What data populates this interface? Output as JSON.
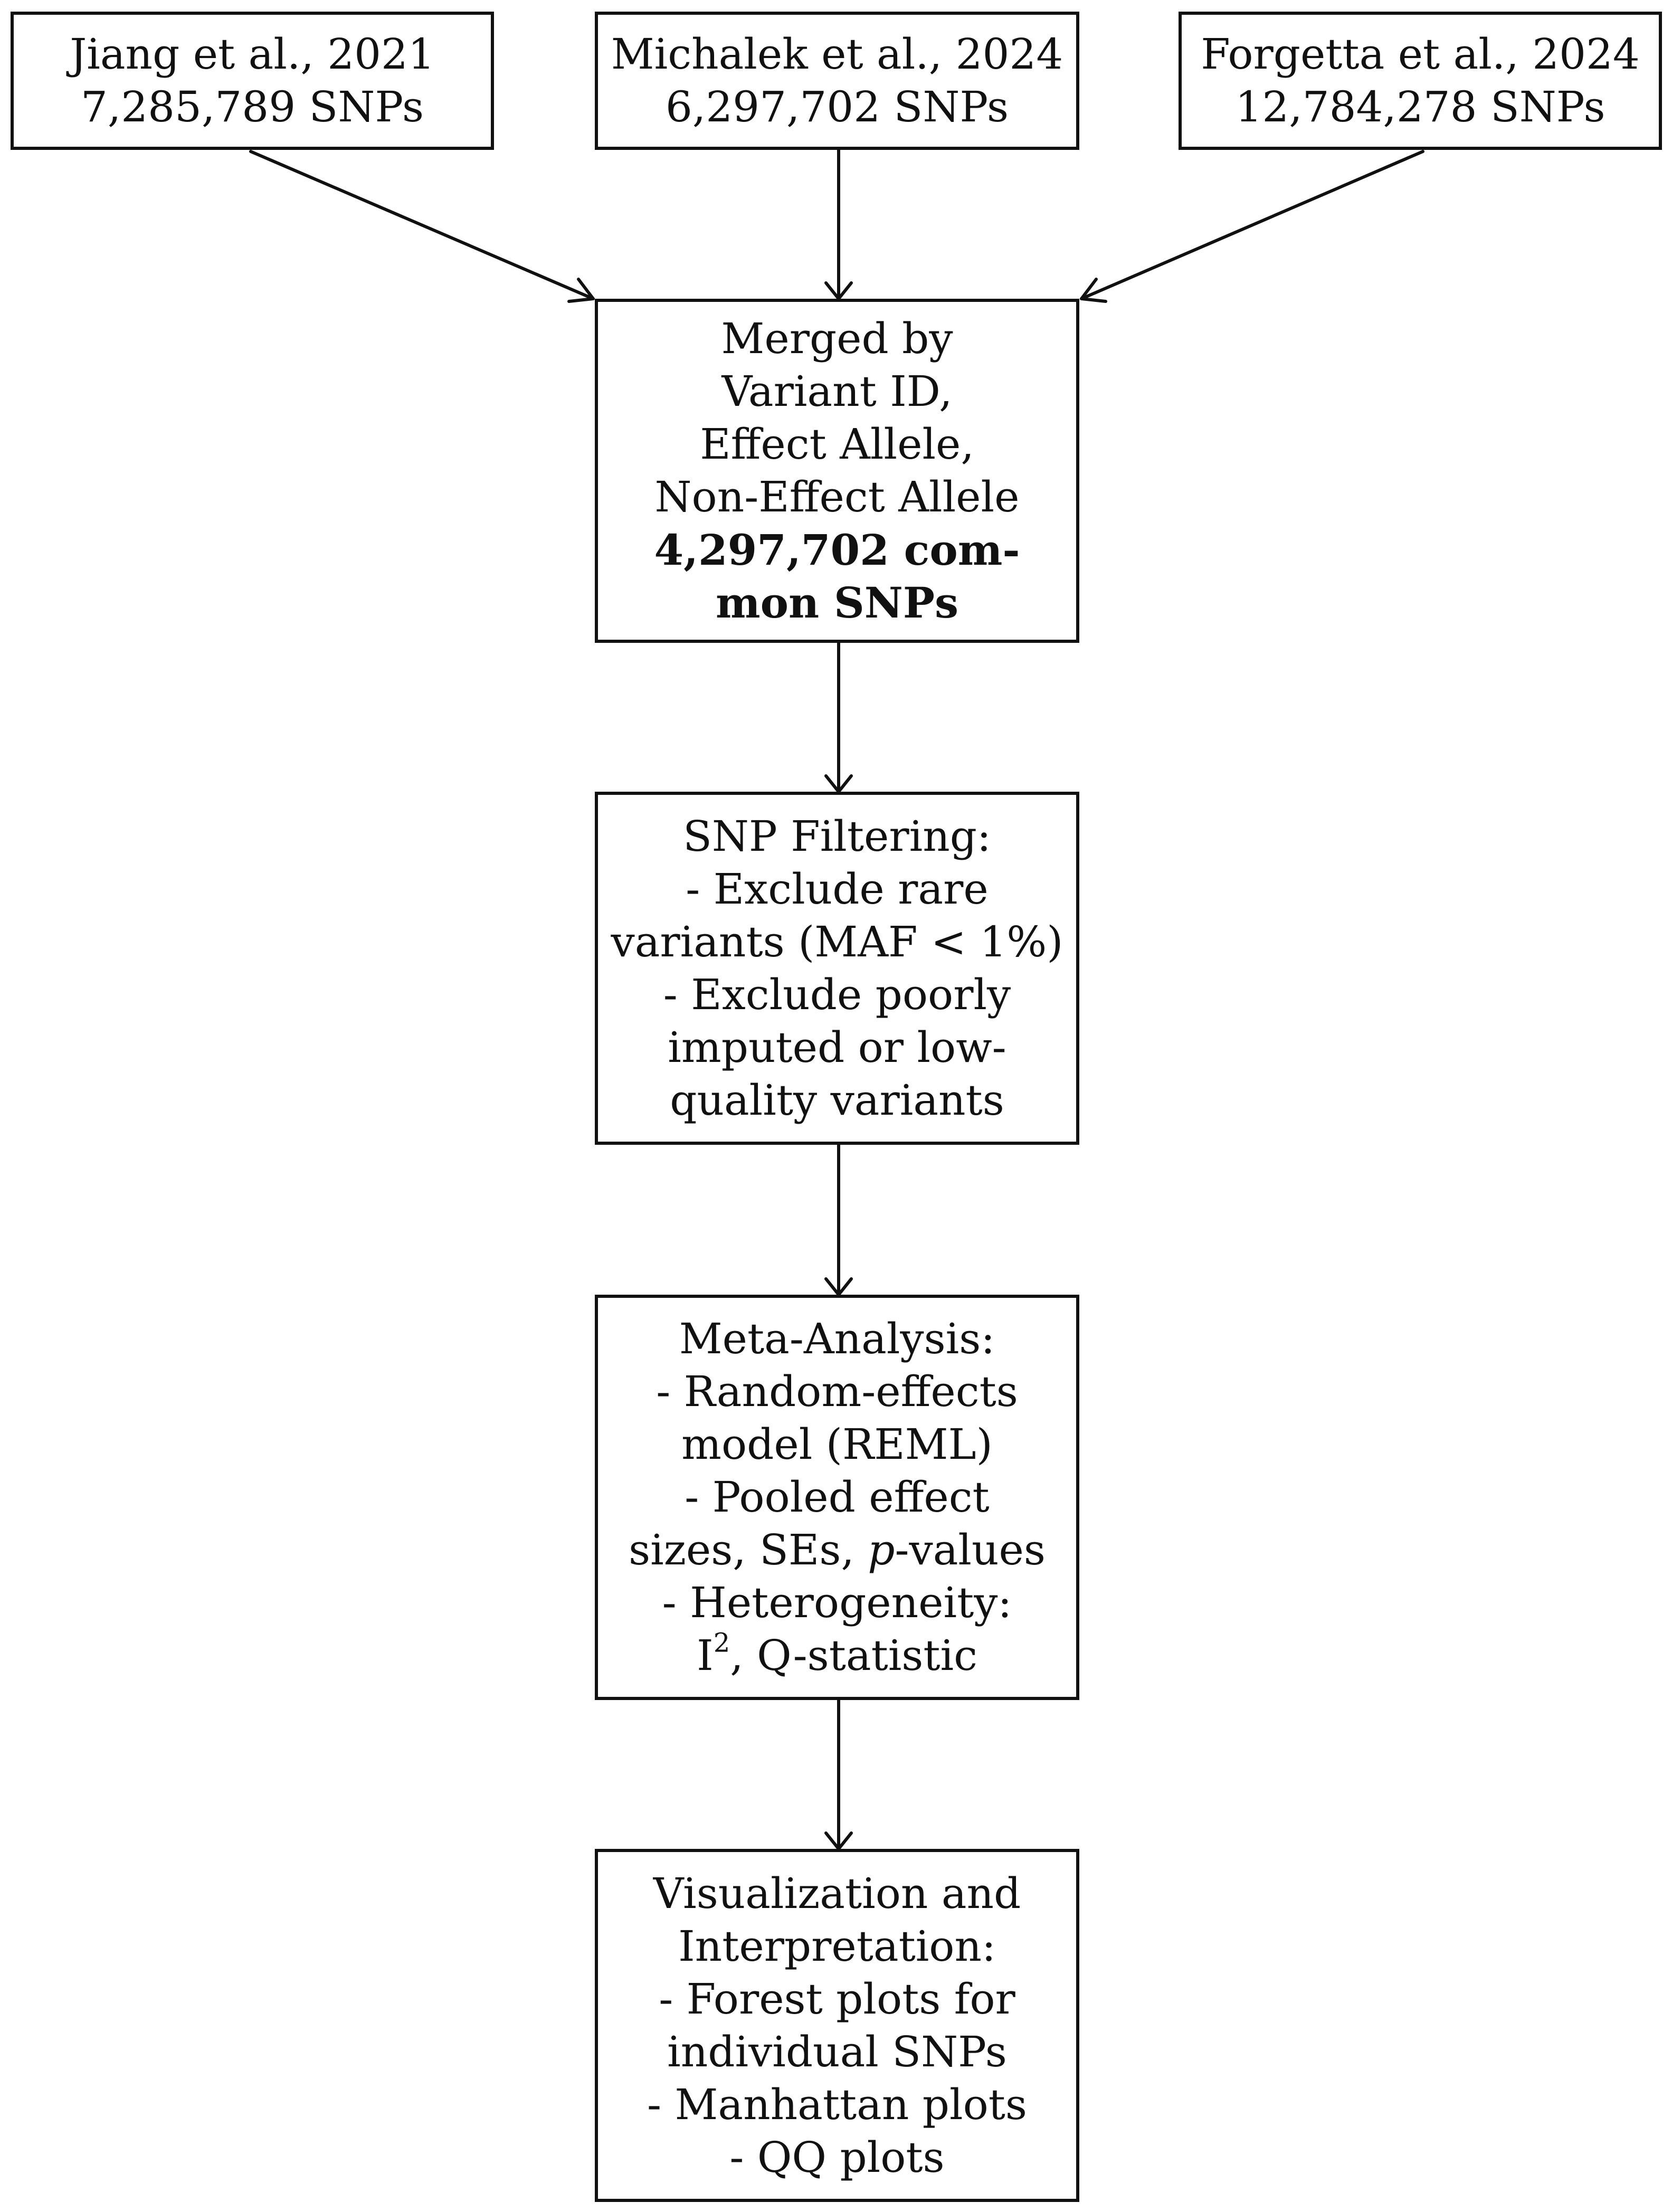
{
  "sources": [
    {
      "title": "Jiang et al., 2021",
      "snps": "7,285,789 SNPs"
    },
    {
      "title": "Michalek et al., 2024",
      "snps": "6,297,702 SNPs"
    },
    {
      "title": "Forgetta et al., 2024",
      "snps": "12,784,278 SNPs"
    }
  ],
  "merge": {
    "line1": "Merged by",
    "line2": "Variant ID,",
    "line3": "Effect Allele,",
    "line4": "Non-Effect Allele",
    "line5": "4,297,702 com-",
    "line6": "mon SNPs"
  },
  "filter": {
    "line1": "SNP Filtering:",
    "line2": "- Exclude rare",
    "line3": "variants (MAF < 1%)",
    "line4": "- Exclude poorly",
    "line5": "imputed or low-",
    "line6": "quality variants"
  },
  "meta": {
    "line1": "Meta-Analysis:",
    "line2": "- Random-effects",
    "line3": "model (REML)",
    "line4": "- Pooled effect",
    "line5a": "sizes, SEs, ",
    "line5b": "p",
    "line5c": "-values",
    "line6": "- Heterogeneity:",
    "line7a": "I",
    "line7b": "2",
    "line7c": ", Q-statistic"
  },
  "viz": {
    "line1": "Visualization and",
    "line2": "Interpretation:",
    "line3": "- Forest plots for",
    "line4": "individual SNPs",
    "line5": "- Manhattan plots",
    "line6": "- QQ plots"
  }
}
